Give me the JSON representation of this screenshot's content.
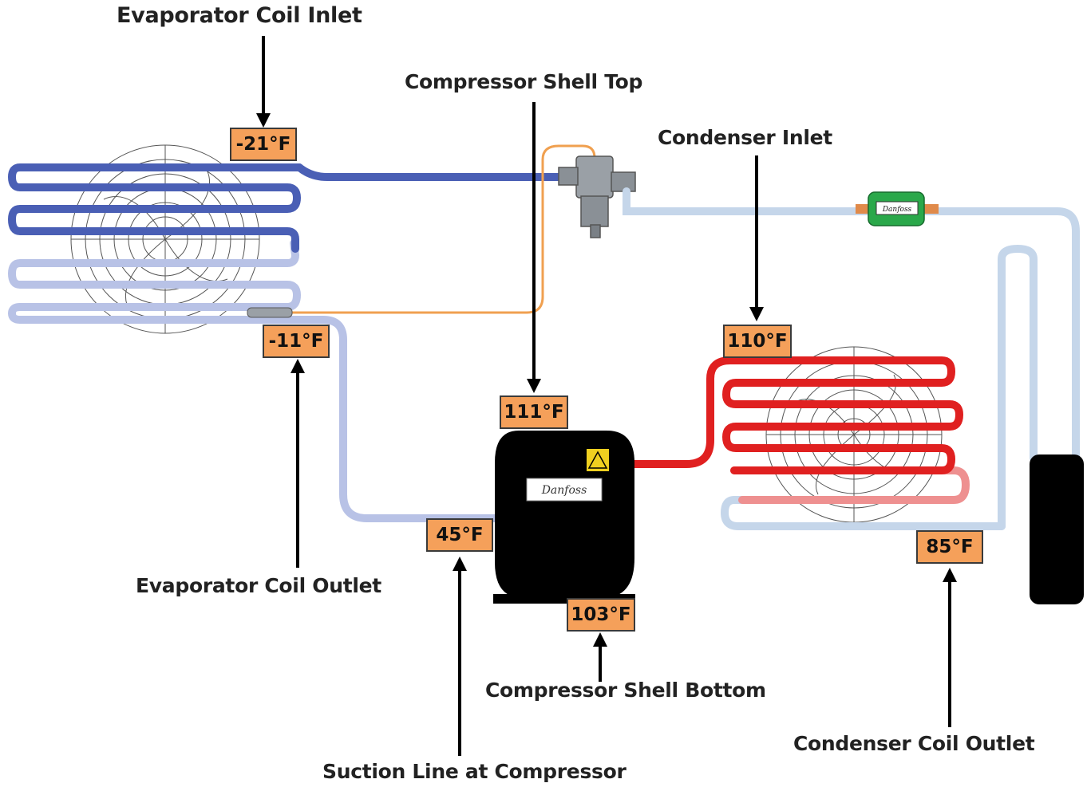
{
  "labels": {
    "evap_inlet": "Evaporator Coil Inlet",
    "comp_shell_top": "Compressor Shell Top",
    "cond_inlet": "Condenser Inlet",
    "evap_outlet": "Evaporator Coil Outlet",
    "comp_shell_bottom": "Compressor Shell Bottom",
    "suction_line": "Suction Line at Compressor",
    "cond_coil_outlet": "Condenser Coil Outlet"
  },
  "temperatures": {
    "evap_inlet": "-21°F",
    "evap_outlet": "-11°F",
    "comp_shell_top": "111°F",
    "cond_inlet": "110°F",
    "suction_line": "45°F",
    "comp_shell_bottom": "103°F",
    "cond_coil_outlet": "85°F"
  },
  "components": {
    "compressor_brand": "Danfoss",
    "filter_drier_label": "Danfoss"
  },
  "colors": {
    "cold_line": "#4a5fb5",
    "cool_line": "#b8c2e6",
    "liquid_line": "#c5d6ea",
    "hot_line": "#e02020",
    "warm_line": "#ee9090",
    "capillary": "#f0a050",
    "tag_fill": "#f5a05a",
    "compressor": "#000000",
    "drier": "#2aa84a",
    "receiver": "#000000"
  }
}
